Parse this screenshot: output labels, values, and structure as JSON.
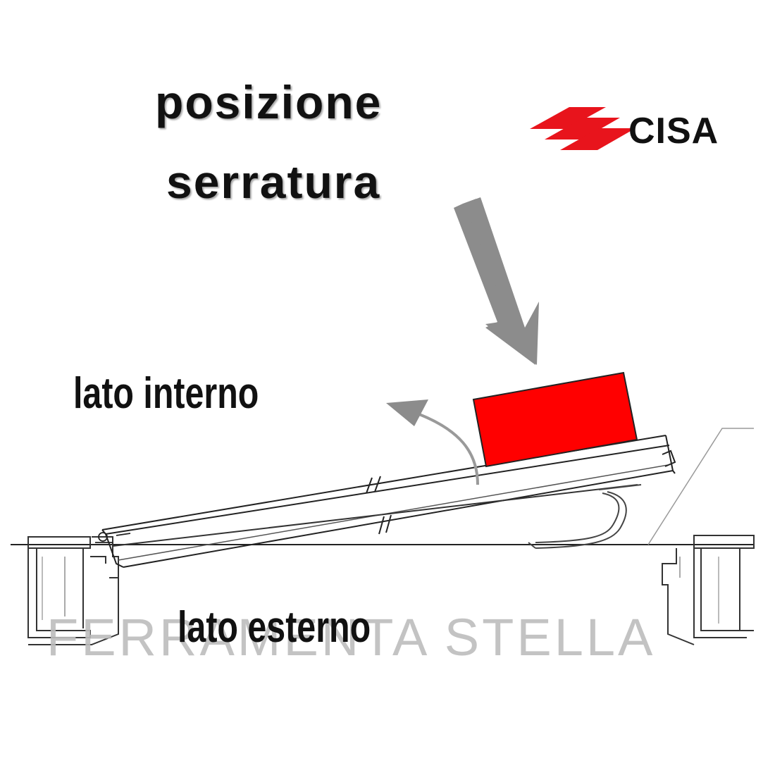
{
  "title": {
    "line1": "posizione",
    "line2": "serratura"
  },
  "brand": {
    "name": "CISA",
    "accent_color": "#e8141c"
  },
  "labels": {
    "inner_side": "lato interno",
    "outer_side": "lato esterno"
  },
  "watermark": "FERRAMENTA  STELLA",
  "colors": {
    "lock_fill": "#ff0000",
    "arrow_gray": "#8c8c8c",
    "line_dark": "#222222",
    "line_light": "#9a9a9a"
  },
  "icons": {
    "pointer_arrow": "down-arrow-icon",
    "opening_arrow": "curved-arrow-icon",
    "brand_logo": "cisa-stripes-logo"
  }
}
